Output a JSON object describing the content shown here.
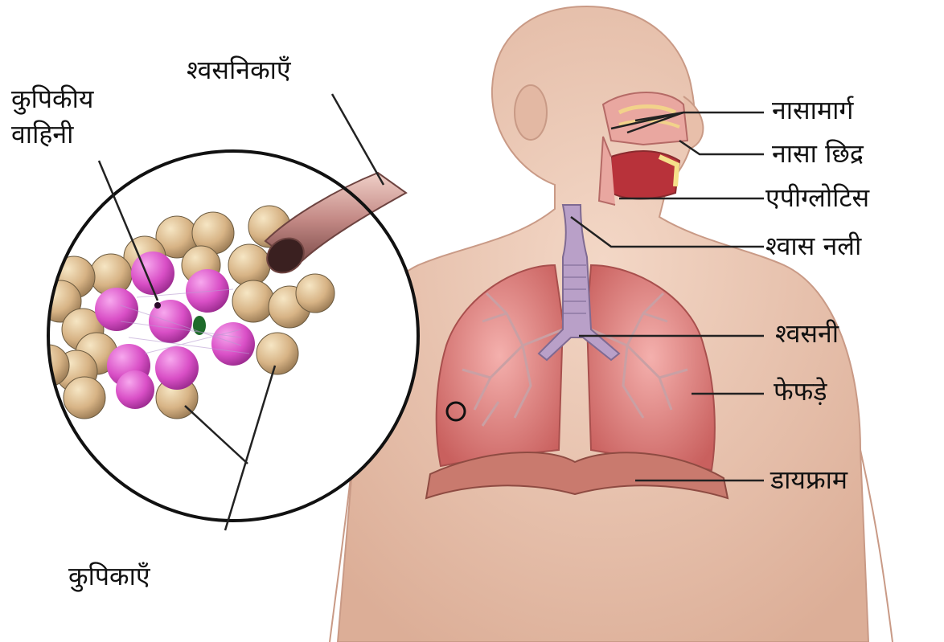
{
  "labels": {
    "bronchioles": "श्वसनिकाएँ",
    "alveolar_duct_line1": "कुपिकीय",
    "alveolar_duct_line2": "वाहिनी",
    "alveoli": "कुपिकाएँ",
    "nasal_passage": "नासामार्ग",
    "nostril": "नासा छिद्र",
    "epiglottis": "एपीग्लोटिस",
    "trachea": "श्वास नली",
    "bronchi": "श्वसनी",
    "lungs": "फेफड़े",
    "diaphragm": "डायफ्राम"
  },
  "colors": {
    "skin": "#ecc8b4",
    "lung": "#e48f8f",
    "trachea": "#b9a0c8",
    "alveolus_pink": "#e060c8",
    "alveolus_tan": "#d9b98a",
    "line": "#222222"
  }
}
